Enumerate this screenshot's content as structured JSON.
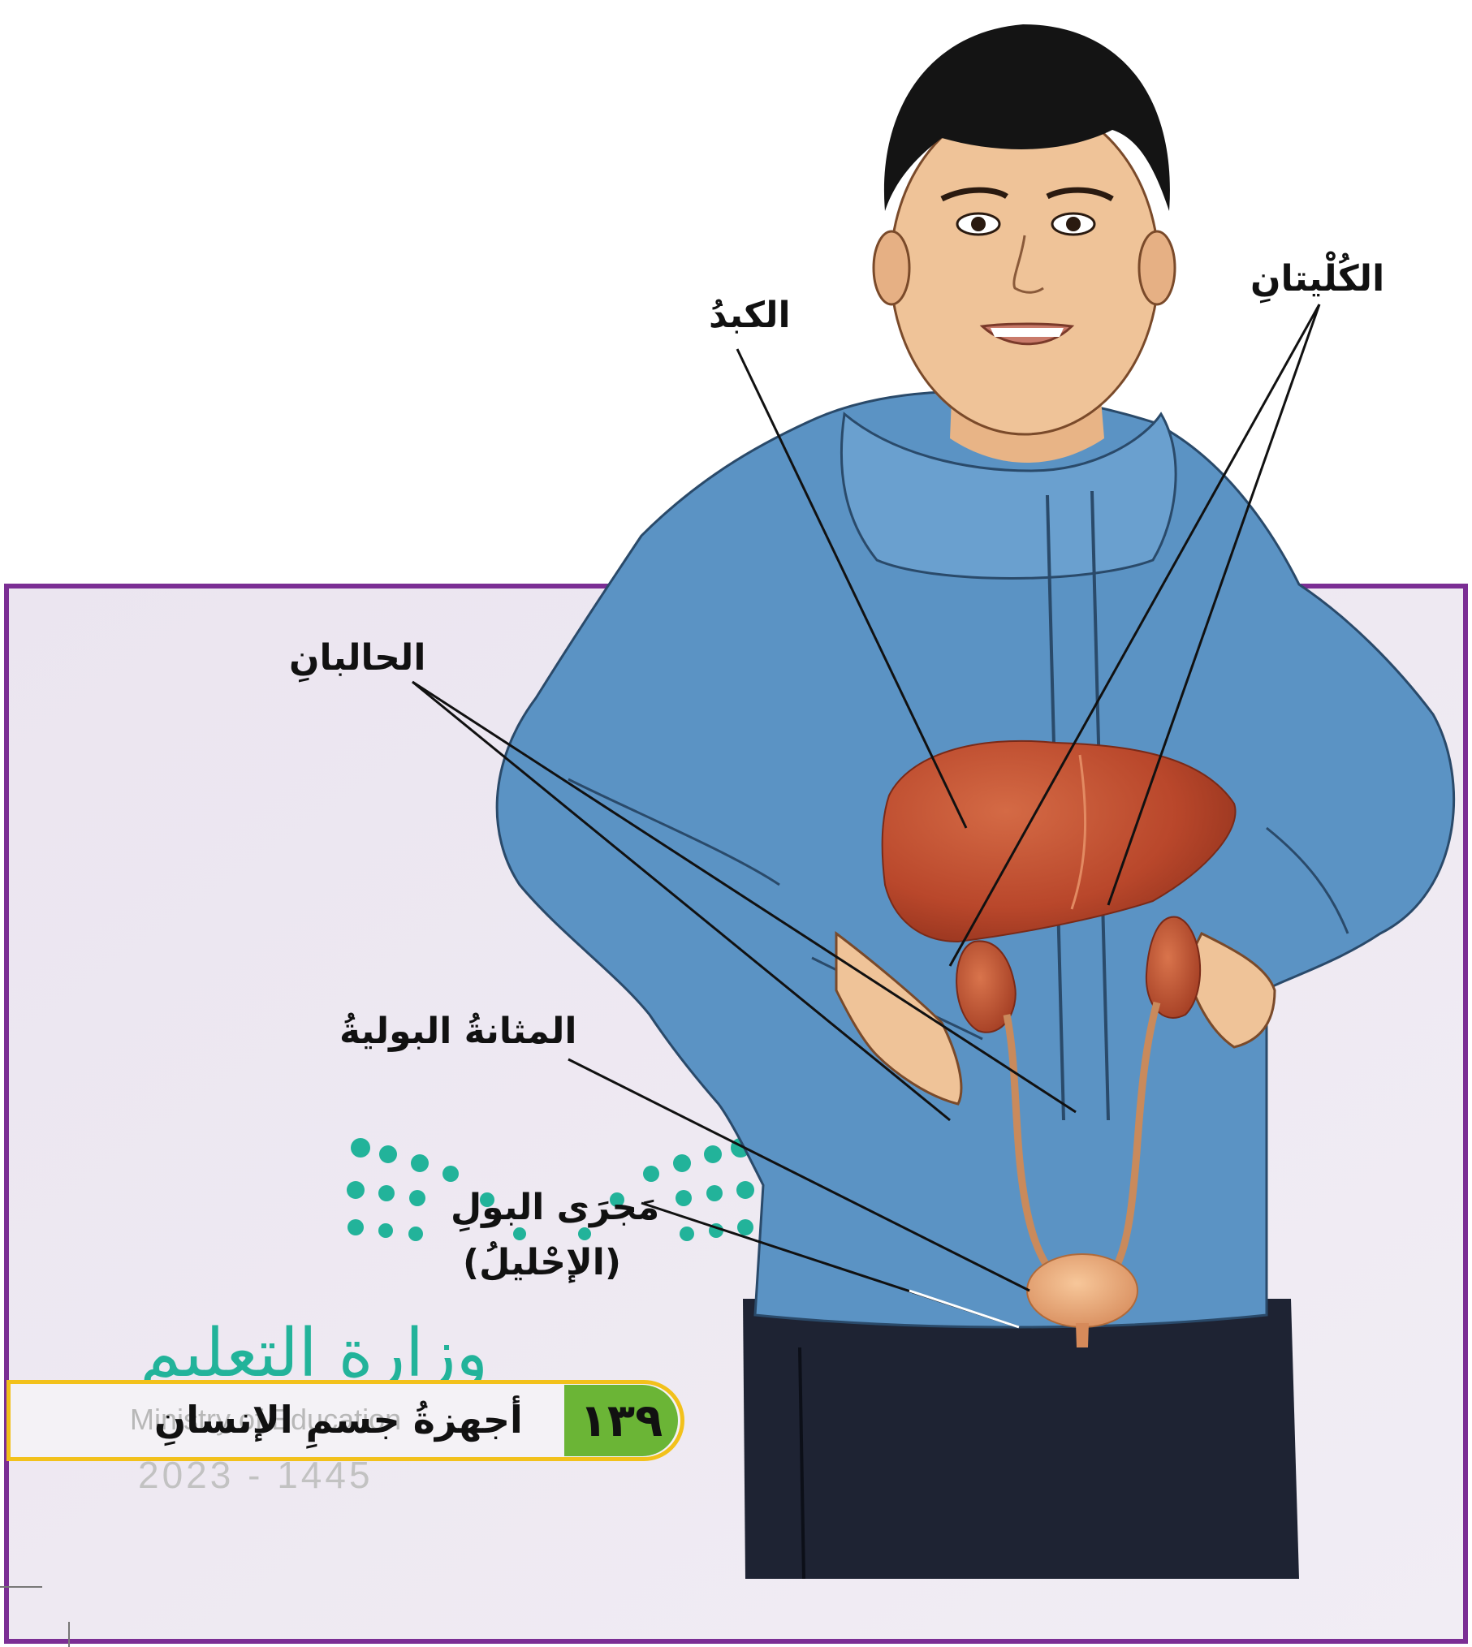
{
  "labels": {
    "kidneys": "الكُلْيتانِ",
    "liver": "الكبدُ",
    "ureters": "الحالبانِ",
    "bladder": "المثانةُ البوليةُ",
    "urethra_line1": "مَجرَى البولِ",
    "urethra_line2": "(الإحْليلُ)"
  },
  "watermark": {
    "arabic": "وزارة التعليم",
    "english": "Ministry of Education",
    "year": "2023 - 1445"
  },
  "footer": {
    "title": "أجهزةُ جسمِ الإنسانِ",
    "page_number": "١٣٩"
  },
  "colors": {
    "frame": "#7b2e94",
    "panel": "#ece6f1",
    "hoodie": "#5b93c4",
    "pants": "#1e2333",
    "skin": "#efc398",
    "hair": "#141414",
    "organ": "#b9472b",
    "logo": "#22b39a",
    "footer_border": "#f2c11b",
    "page_box": "#6bb536"
  }
}
